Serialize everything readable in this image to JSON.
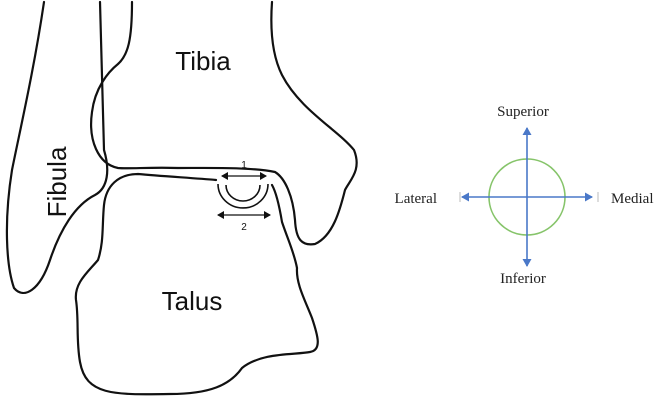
{
  "labels": {
    "tibia": "Tibia",
    "fibula": "Fibula",
    "talus": "Talus",
    "marker_1": "1",
    "marker_2": "2"
  },
  "orientation": {
    "superior": "Superior",
    "inferior": "Inferior",
    "lateral": "Lateral",
    "medial": "Medial"
  },
  "colors": {
    "outline": "#111111",
    "axis_arrows": "#4a78c8",
    "circle": "#86c46a",
    "background": "#ffffff"
  }
}
